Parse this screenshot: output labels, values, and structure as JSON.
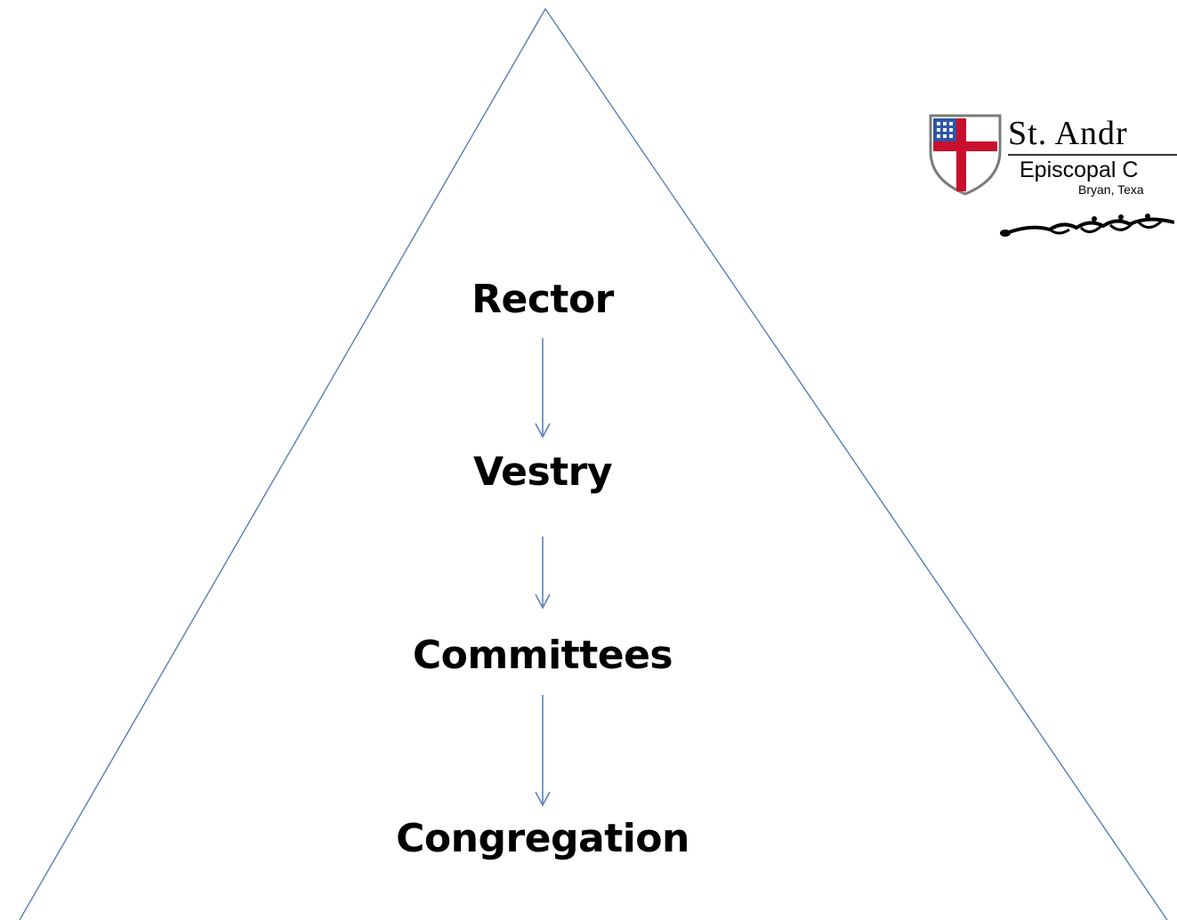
{
  "colors": {
    "triangle_line": "#4a78b4",
    "arrow_line": "#5a84c0",
    "text": "#000000",
    "shield_red": "#c8102e",
    "shield_blue": "#2f56a6"
  },
  "hierarchy": {
    "levels": [
      {
        "label": "Rector"
      },
      {
        "label": "Vestry"
      },
      {
        "label": "Committees"
      },
      {
        "label": "Congregation"
      }
    ],
    "arrows": [
      {
        "from": "Rector",
        "to": "Vestry"
      },
      {
        "from": "Vestry",
        "to": "Committees"
      },
      {
        "from": "Committees",
        "to": "Congregation"
      }
    ]
  },
  "logo": {
    "name": "St. Andr",
    "subtitle": "Episcopal C",
    "location": "Bryan, Texa",
    "icon": "episcopal-shield-icon"
  }
}
